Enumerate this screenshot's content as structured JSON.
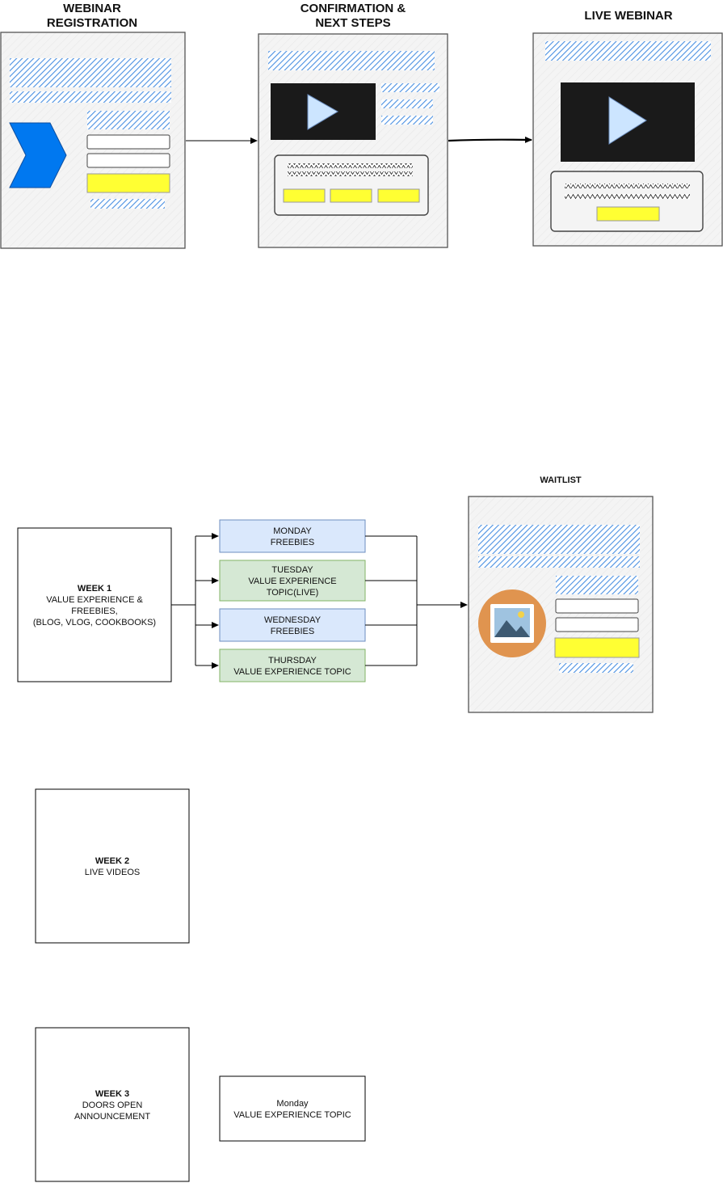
{
  "funnel": {
    "registration": {
      "title_line1": "WEBINAR",
      "title_line2": "REGISTRATION"
    },
    "confirmation": {
      "title_line1": "CONFIRMATION &",
      "title_line2": "NEXT STEPS"
    },
    "live": {
      "title": "LIVE WEBINAR"
    }
  },
  "waitlist": {
    "title": "WAITLIST"
  },
  "week1": {
    "title": "WEEK 1",
    "line1": "VALUE EXPERIENCE &",
    "line2": "FREEBIES,",
    "line3": "(BLOG, VLOG, COOKBOOKS)",
    "days": [
      {
        "line1": "MONDAY",
        "line2": "FREEBIES",
        "line3": "",
        "color": "#dae8fc",
        "stroke": "#6c8ebf"
      },
      {
        "line1": "TUESDAY",
        "line2": "VALUE EXPERIENCE",
        "line3": "TOPIC(LIVE)",
        "color": "#d5e8d4",
        "stroke": "#82b366"
      },
      {
        "line1": "WEDNESDAY",
        "line2": "FREEBIES",
        "line3": "",
        "color": "#dae8fc",
        "stroke": "#6c8ebf"
      },
      {
        "line1": "THURSDAY",
        "line2": "VALUE EXPERIENCE TOPIC",
        "line3": "",
        "color": "#d5e8d4",
        "stroke": "#82b366"
      }
    ]
  },
  "week2": {
    "title": "WEEK 2",
    "line1": "LIVE VIDEOS"
  },
  "week3": {
    "title": "WEEK 3",
    "line1": "DOORS OPEN",
    "line2": "ANNOUNCEMENT",
    "monday": {
      "line1": "Monday",
      "line2": "VALUE EXPERIENCE TOPIC"
    }
  },
  "colors": {
    "hatch_blue": "#4a90e2",
    "button_yellow": "#ffff33",
    "video_black": "#1a1a1a",
    "play_blue": "#cce5ff",
    "arrow_blue": "#0066ff",
    "avatar_orange": "#e0944f",
    "page_fill": "#f4f4f4"
  },
  "icons": [
    "hatch-text",
    "play-icon",
    "chevron-arrow-icon",
    "image-icon"
  ]
}
